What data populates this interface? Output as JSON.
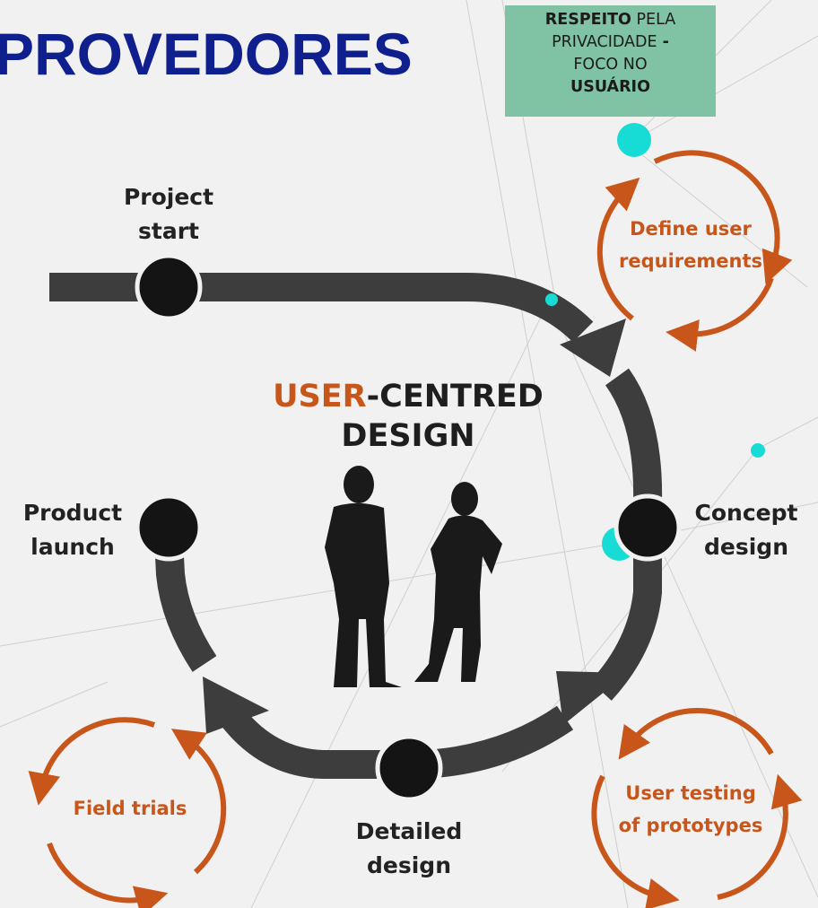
{
  "header": {
    "title": "PROVEDORES"
  },
  "note": {
    "line1_bold": "RESPEITO",
    "line1_rest": " PELA",
    "line2": "PRIVACIDADE",
    "line2_dash": " -",
    "line3": "FOCO NO",
    "line4_bold": "USUÁRIO"
  },
  "diagram": {
    "center_title_highlight": "USER",
    "center_title_rest": "-CENTRED",
    "center_title_line2": "DESIGN",
    "stages": {
      "project_start": [
        "Project",
        "start"
      ],
      "concept_design": [
        "Concept",
        "design"
      ],
      "detailed_design": [
        "Detailed",
        "design"
      ],
      "product_launch": [
        "Product",
        "launch"
      ]
    },
    "loops": {
      "define": [
        "Define user",
        "requirements"
      ],
      "testing": [
        "User testing",
        "of prototypes"
      ],
      "field": [
        "Field trials"
      ]
    }
  },
  "colors": {
    "title": "#0f1f8e",
    "note_bg": "#7fc3a4",
    "arrow": "#3d3d3d",
    "node": "#141414",
    "loop": "#c8561b",
    "accent_dot": "#17dcd6"
  }
}
